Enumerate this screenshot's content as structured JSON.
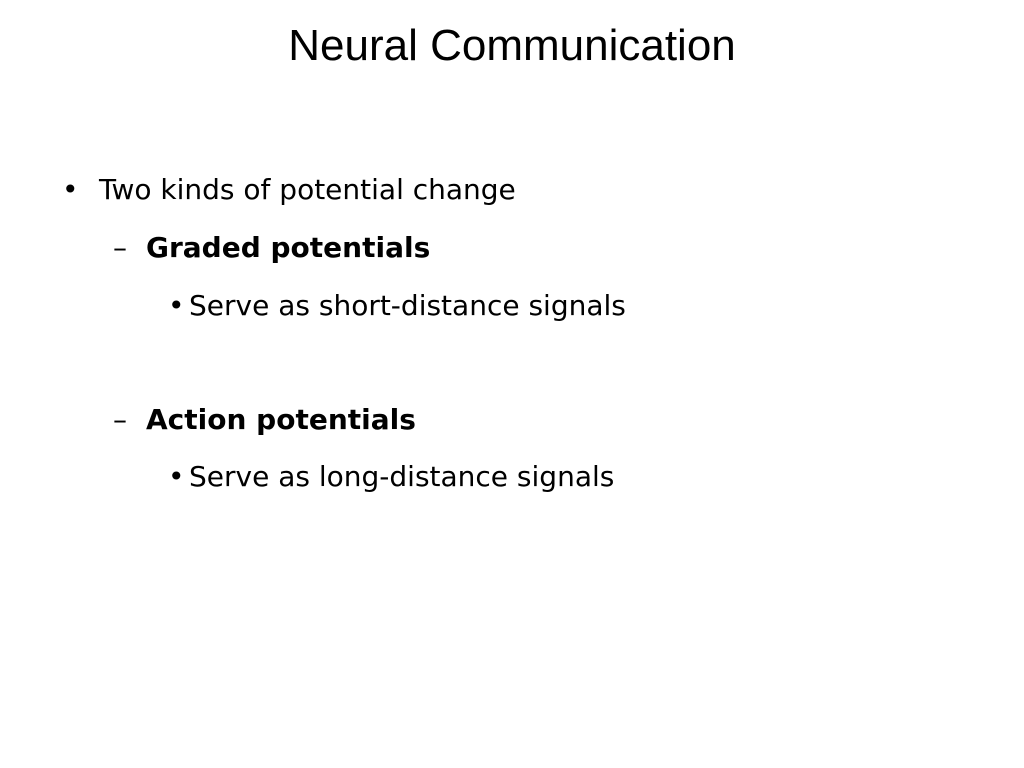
{
  "slide": {
    "title": "Neural Communication",
    "bullets": [
      {
        "level": 1,
        "marker": "•",
        "text": "Two kinds of potential change"
      },
      {
        "level": 2,
        "marker": "–",
        "text": "Graded potentials"
      },
      {
        "level": 3,
        "marker": "•",
        "text": "Serve as short-distance signals"
      },
      {
        "level": 2,
        "marker": "–",
        "text": "Action potentials"
      },
      {
        "level": 3,
        "marker": "•",
        "text": "Serve as long-distance signals"
      }
    ]
  }
}
